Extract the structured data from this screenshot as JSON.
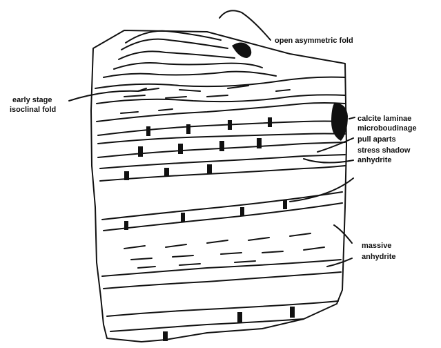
{
  "diagram": {
    "labels": {
      "open_asymmetric_fold": "open asymmetric fold",
      "early_stage": "early stage",
      "isoclinal_fold": "isoclinal fold",
      "calcite_laminae": "calcite laminae",
      "microboudinage": "microboudinage",
      "pull_aparts": "pull aparts",
      "stress_shadow": "stress shadow",
      "anhydrite_1": "anhydrite",
      "massive": "massive",
      "anhydrite_2": "anhydrite"
    },
    "colors": {
      "ink": "#111111",
      "paper": "#ffffff"
    }
  }
}
